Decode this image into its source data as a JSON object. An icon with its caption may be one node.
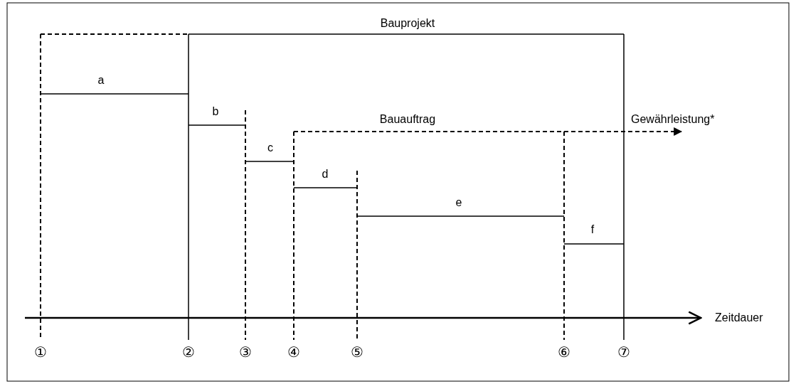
{
  "diagram": {
    "labels": [
      "Bauprojekt",
      "a",
      "b",
      "Bauauftrag",
      "Gewährleistung*",
      "c",
      "d",
      "e",
      "f",
      "Zeitdauer",
      "①",
      "②",
      "③",
      "④",
      "⑤",
      "⑥",
      "⑦"
    ]
  }
}
